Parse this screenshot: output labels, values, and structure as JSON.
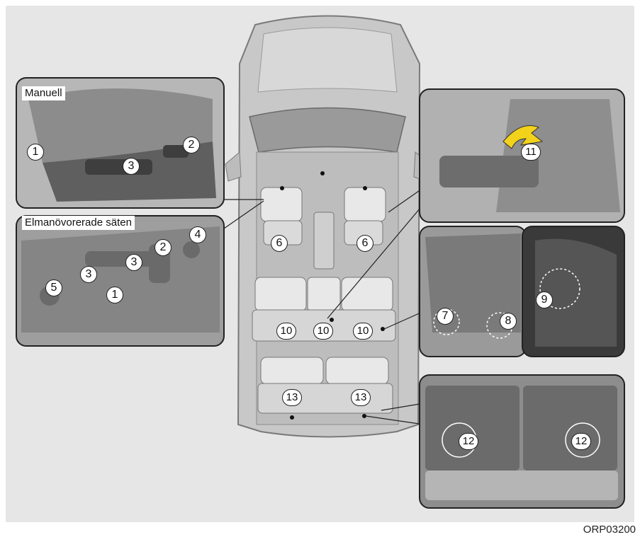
{
  "labels": {
    "manual": "Manuell",
    "power": "Elmanövorerade säten"
  },
  "callouts": {
    "n1": "1",
    "n2": "2",
    "n3": "3",
    "n4": "4",
    "n5": "5",
    "n6": "6",
    "n7": "7",
    "n8": "8",
    "n9": "9",
    "n10": "10",
    "n11": "11",
    "n12": "12",
    "n13": "13"
  },
  "figure_code": "ORP03200",
  "colors": {
    "background": "#e6e6e6",
    "car": "#c9c9c9",
    "panel_border": "#222222",
    "arrow": "#f2d21a"
  }
}
